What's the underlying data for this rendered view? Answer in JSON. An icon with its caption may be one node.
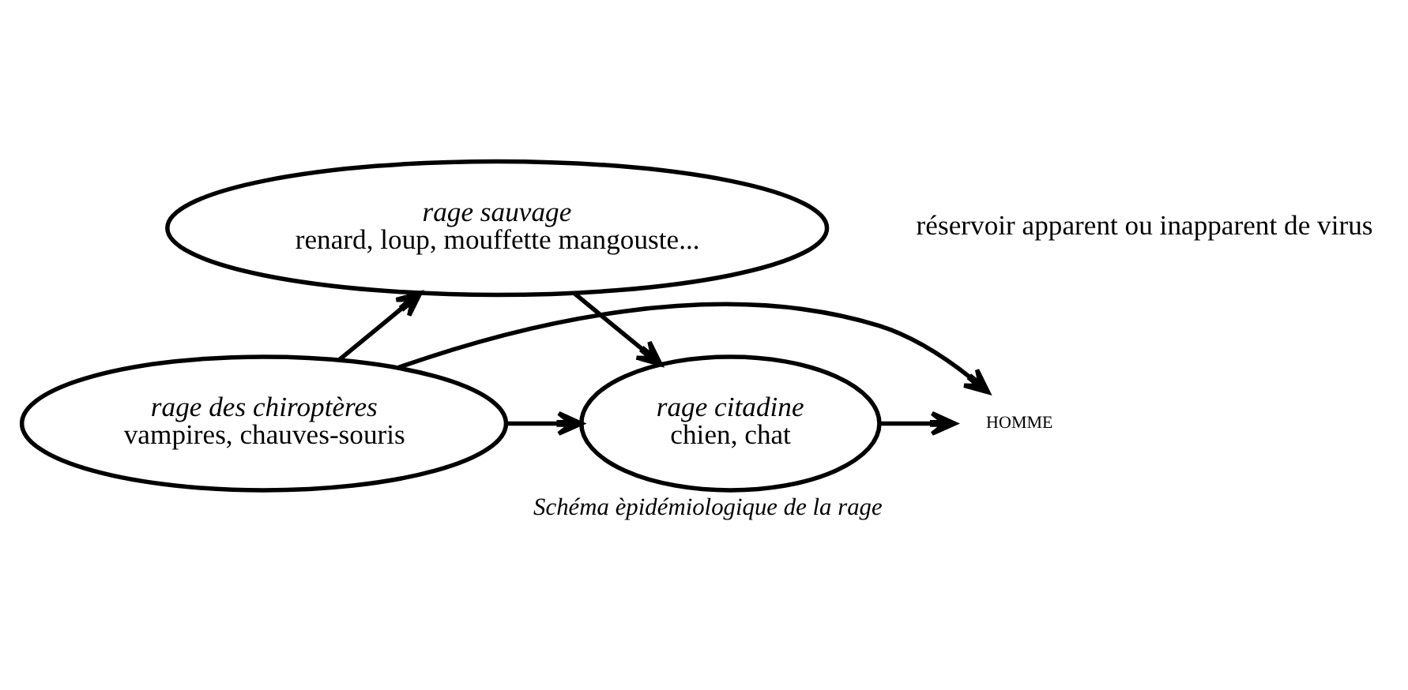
{
  "diagram": {
    "caption": "Schéma èpidémiologique de la rage",
    "nodes": [
      {
        "text": [
          "rage sauvage",
          "renard, loup, mouffette mangouste..."
        ]
      },
      {
        "text": [
          "HOMME"
        ]
      },
      {
        "text": [
          "rage citadine",
          "chien, chat"
        ]
      },
      {
        "text": [
          "rage des chiroptères",
          "vampires, chauves-souris"
        ]
      }
    ],
    "edges": [
      {
        "from": 0,
        "to": 2,
        "arrow": "to"
      },
      {
        "from": 2,
        "to": 1,
        "arrow": "to"
      },
      {
        "from": 3,
        "to": 1,
        "arrow": "to"
      },
      {
        "from": 3,
        "to": 0,
        "arrow": "to"
      },
      {
        "from": 3,
        "to": 2,
        "arrow": "to"
      }
    ],
    "labels": [
      "réservoir apparent ou inapparent de virus"
    ]
  }
}
